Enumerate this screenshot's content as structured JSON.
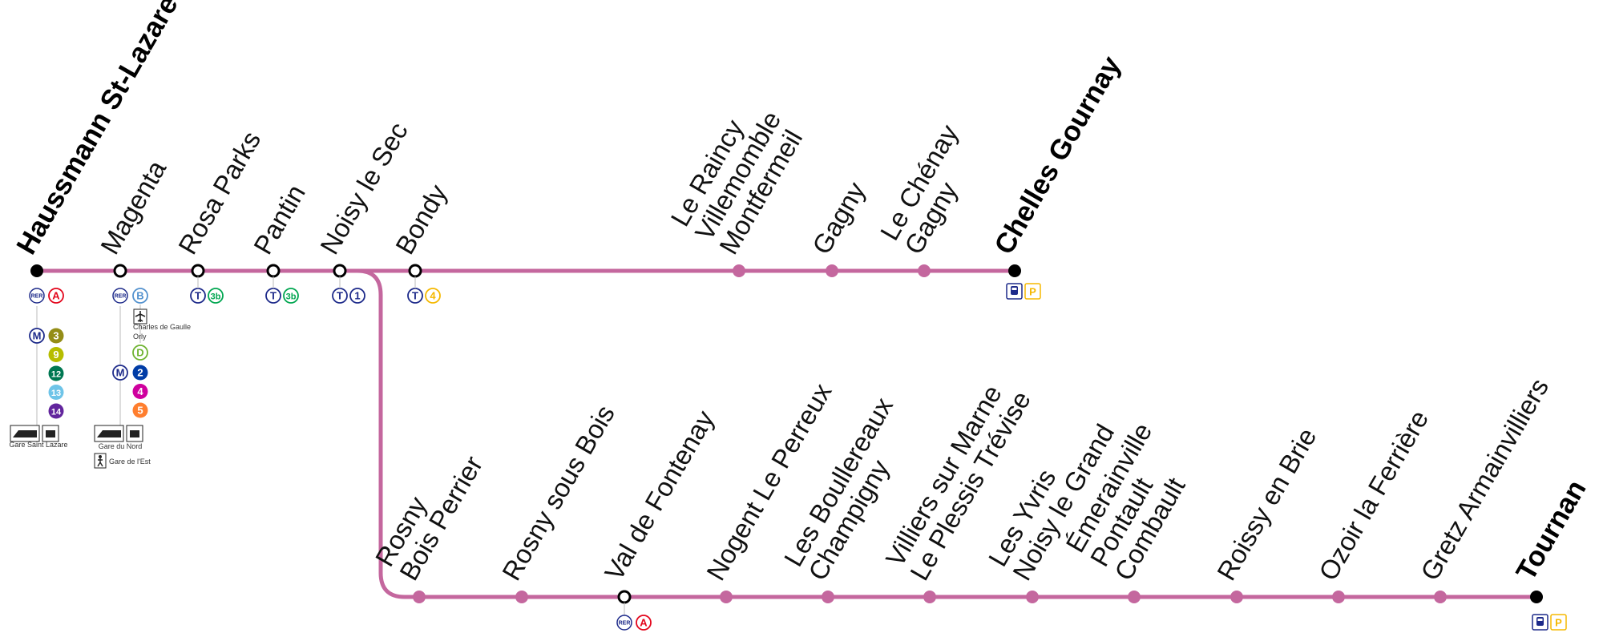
{
  "line": {
    "color": "#c4679e"
  },
  "upper_branch": [
    {
      "name": "Haussmann St-Lazare",
      "terminus": true
    },
    {
      "name": "Magenta",
      "interchange": true
    },
    {
      "name": "Rosa Parks",
      "interchange": true
    },
    {
      "name": "Pantin",
      "interchange": true
    },
    {
      "name": "Noisy le Sec",
      "interchange": true
    },
    {
      "name": "Bondy",
      "interchange": true
    },
    {
      "name": "Le Raincy\nVillemomble\nMontfermeil"
    },
    {
      "name": "Gagny"
    },
    {
      "name": "Le Chénay\nGagny"
    },
    {
      "name": "Chelles Gournay",
      "terminus": true
    }
  ],
  "lower_branch": [
    {
      "name": "Rosny\nBois Perrier"
    },
    {
      "name": "Rosny sous Bois"
    },
    {
      "name": "Val de Fontenay",
      "interchange": true
    },
    {
      "name": "Nogent Le Perreux"
    },
    {
      "name": "Les Boullereaux\nChampigny"
    },
    {
      "name": "Villiers sur Marne\nLe Plessis Trévise"
    },
    {
      "name": "Les Yvris\nNoisy le Grand"
    },
    {
      "name": "Émerainville\nPontault\nCombault"
    },
    {
      "name": "Roissy en Brie"
    },
    {
      "name": "Ozoir la Ferrière"
    },
    {
      "name": "Gretz Armainvilliers"
    },
    {
      "name": "Tournan",
      "terminus": true
    }
  ],
  "connections": {
    "rer_label": "RER",
    "metro_label": "M",
    "tram_label": "T",
    "parking_label": "P",
    "haussmann": {
      "rer": [
        "A"
      ],
      "metro": [
        "3",
        "9",
        "12",
        "13",
        "14"
      ],
      "station_caption": "Gare Saint Lazare"
    },
    "magenta": {
      "rer": [
        "B",
        "D"
      ],
      "airport_caption_1": "Charles de Gaulle",
      "airport_caption_2": "Orly",
      "metro": [
        "2",
        "4",
        "5"
      ],
      "station_caption": "Gare du Nord",
      "walk_caption": "Gare de l'Est"
    },
    "rosa_parks": {
      "tram": "3b"
    },
    "pantin": {
      "tram": "3b"
    },
    "noisy_le_sec": {
      "tram": "1"
    },
    "bondy": {
      "tram": "4"
    },
    "val_de_fontenay": {
      "rer": [
        "A"
      ]
    }
  },
  "colors": {
    "rer_a": "#e3051b",
    "rer_b": "#5291ce",
    "rer_d": "#6eb32f",
    "m3": "#948d17",
    "m9": "#b6bd00",
    "m12": "#007852",
    "m13": "#6ec4e8",
    "m14": "#62259d",
    "m2": "#003ca6",
    "m4": "#cf009e",
    "m5": "#ff7e2e",
    "t1": "#1d2a8a",
    "t3b": "#00a650",
    "t4": "#f5b800",
    "navy": "#1d2a8a"
  }
}
